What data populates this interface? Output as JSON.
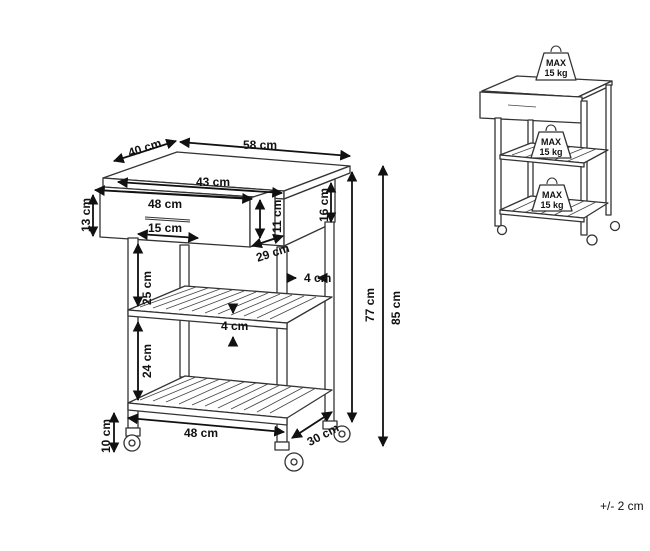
{
  "dimensions": {
    "depth": "40 cm",
    "width": "58 cm",
    "drawer_inner_width": "43 cm",
    "drawer_width": "48 cm",
    "drawer_height": "13 cm",
    "drawer_side_height": "11 cm",
    "apron_height": "16 cm",
    "handle_width": "15 cm",
    "drawer_depth": "29 cm",
    "upper_gap": "25 cm",
    "leg_width": "4 cm",
    "shelf_thickness": "4 cm",
    "lower_gap": "24 cm",
    "wheel_height": "10 cm",
    "shelf_width": "48 cm",
    "shelf_depth": "30 cm",
    "height_frame": "77 cm",
    "height_total": "85 cm"
  },
  "weight_labels": [
    {
      "line1": "MAX",
      "line2": "15 kg"
    },
    {
      "line1": "MAX",
      "line2": "15 kg"
    },
    {
      "line1": "MAX",
      "line2": "15 kg"
    }
  ],
  "tolerance": "+/- 2 cm"
}
